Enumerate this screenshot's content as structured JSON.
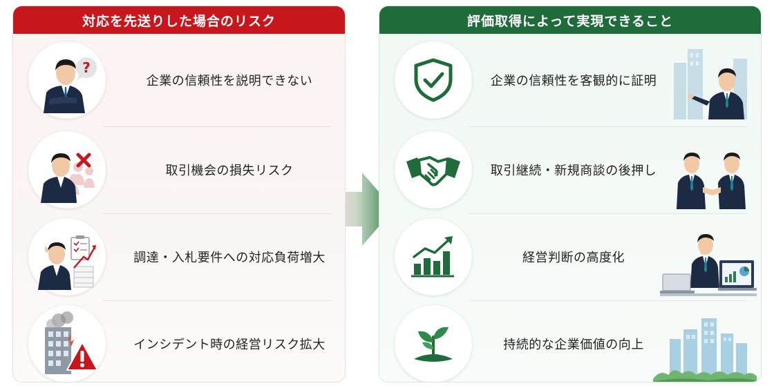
{
  "left_panel": {
    "title": "対応を先送りした場合のリスク",
    "items": [
      {
        "label": "企業の信頼性を説明できない"
      },
      {
        "label": "取引機会の損失リスク"
      },
      {
        "label": "調達・入札要件への対応負荷増大"
      },
      {
        "label": "インシデント時の経営リスク拡大"
      }
    ]
  },
  "right_panel": {
    "title": "評価取得によって実現できること",
    "items": [
      {
        "label": "企業の信頼性を客観的に証明"
      },
      {
        "label": "取引継続・新規商談の後押し"
      },
      {
        "label": "経営判断の高度化"
      },
      {
        "label": "持続的な企業価値の向上"
      }
    ]
  },
  "colors": {
    "risk_red": "#c8161d",
    "benefit_green": "#1f6b3a"
  }
}
